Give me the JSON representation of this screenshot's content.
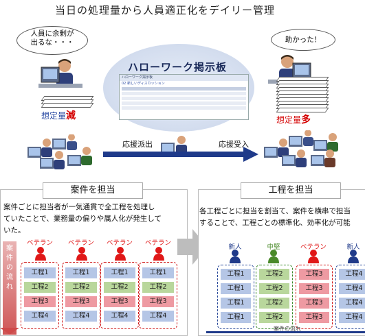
{
  "header": {
    "title": "当日の処理量から人員適正化をデイリー管理"
  },
  "top_left": {
    "bubble": "人員に余剰が\n出るな・・・",
    "stack_label_prefix": "想定量",
    "stack_label_emph": "減"
  },
  "top_right": {
    "bubble": "助かった！",
    "stack_label_prefix": "想定量",
    "stack_label_emph": "多"
  },
  "board": {
    "title": "ハローワーク掲示板",
    "screen_header": "ハローワーク掲示板",
    "screen_subheader": "02 新しいディスカッション"
  },
  "flow": {
    "dispatch_label": "応援派出",
    "receive_label": "応援受入"
  },
  "left_panel": {
    "tab": "案件を担当",
    "description_lines": [
      "案件ごとに担当者が一気通貫で全工程を処理し",
      "ていたことで、業務量の偏りや属人化が発生して",
      "いた。"
    ],
    "roles": [
      "ベテラン",
      "ベテラン",
      "ベテラン",
      "ベテラン"
    ],
    "tasks": [
      "工程1",
      "工程2",
      "工程3",
      "工程4"
    ],
    "flow_label": "案件の流れ"
  },
  "right_panel": {
    "tab": "工程を担当",
    "description_lines": [
      "各工程ごとに担当を割当て、案件を横串で担当",
      "することで、工程ごとの標準化、効率化が可能"
    ],
    "roles": [
      "新人",
      "中堅",
      "ベテラン",
      "新人"
    ],
    "columns": [
      {
        "tasks": [
          "工程1",
          "工程1",
          "工程1",
          "工程1"
        ]
      },
      {
        "tasks": [
          "工程2",
          "工程2",
          "工程2",
          "工程2"
        ]
      },
      {
        "tasks": [
          "工程3",
          "工程3",
          "工程3",
          "工程3"
        ]
      },
      {
        "tasks": [
          "工程4",
          "工程4",
          "工程4",
          "工程4"
        ]
      }
    ],
    "bottom_label": "案件の流れ"
  },
  "colors": {
    "veteran": "#e01818",
    "newbie": "#1f3a8a",
    "mid": "#4a8a2a",
    "arrow": "#1f3a8a"
  }
}
